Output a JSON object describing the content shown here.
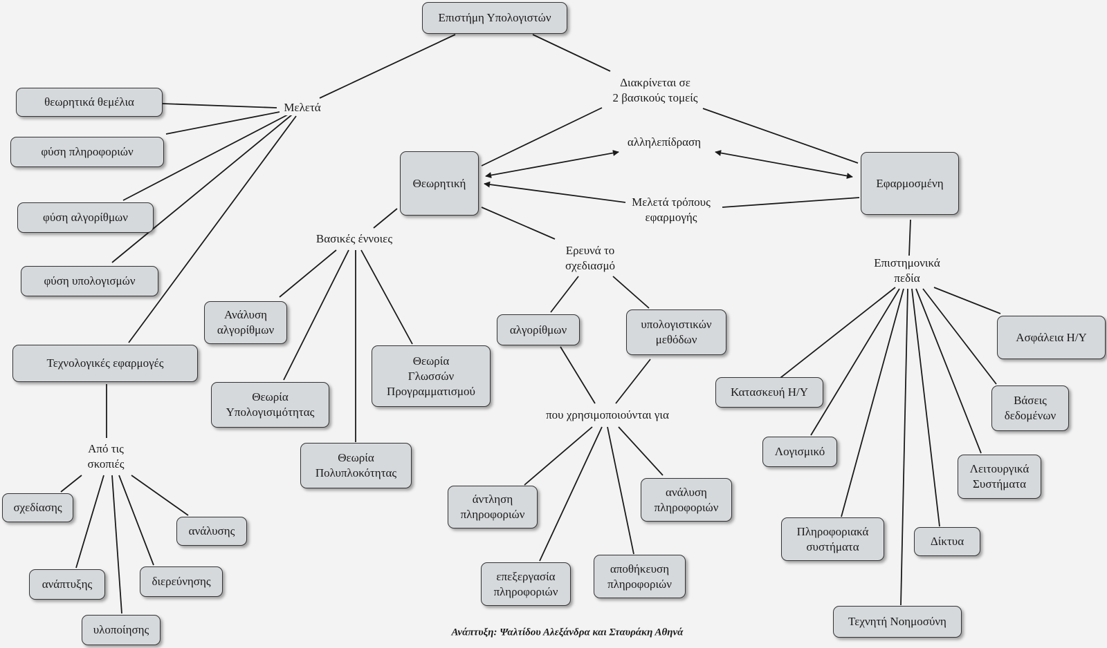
{
  "nodes": {
    "root": "Επιστήμη Υπολογιστών",
    "theoretical_foundations": "θεωρητικά θεμέλια",
    "info_nature": "φύση πληροφοριών",
    "algo_nature": "φύση αλγορίθμων",
    "comp_nature": "φύση υπολογισμών",
    "tech_apps": "Τεχνολογικές εφαρμογές",
    "theoretical": "Θεωρητική",
    "applied": "Εφαρμοσμένη",
    "algo_analysis": "Ανάλυση\nαλγορίθμων",
    "computability": "Θεωρία\nΥπολογισιμότητας",
    "prog_languages": "Θεωρία\nΓλωσσών\nΠρογραμματισμού",
    "complexity": "Θεωρία\nΠολυπλοκότητας",
    "algorithms": "αλγορίθμων",
    "comp_methods": "υπολογιστικών\nμεθόδων",
    "info_retrieval": "άντληση\nπληροφοριών",
    "info_analysis": "ανάλυση\nπληροφοριών",
    "info_processing": "επεξεργασία\nπληροφοριών",
    "info_storage": "αποθήκευση\nπληροφοριών",
    "design": "σχεδίασης",
    "analysis": "ανάλυσης",
    "development": "ανάπτυξης",
    "investigation": "διερεύνησης",
    "implementation": "υλοποίησης",
    "security": "Ασφάλεια Η/Υ",
    "hardware": "Κατασκευή Η/Υ",
    "databases": "Βάσεις\nδεδομένων",
    "software": "Λογισμικό",
    "operating_systems": "Λειτουργικά\nΣυστήματα",
    "info_systems": "Πληροφοριακά\nσυστήματα",
    "networks": "Δίκτυα",
    "ai": "Τεχνητή Νοημοσύνη"
  },
  "labels": {
    "study": "Μελετά",
    "divided": "Διακρίνεται σε\n2 βασικούς τομείς",
    "interaction": "αλληλεπίδραση",
    "study_application": "Μελετά τρόπους\nεφαρμογής",
    "basic_concepts": "Βασικές έννοιες",
    "researches_design": "Ερευνά το\nσχεδιασμό",
    "used_for": "που χρησιμοποιούνται για",
    "from_perspectives": "Από τις\nσκοπιές",
    "scientific_fields": "Επιστημονικά\nπεδία"
  },
  "credit": "Ανάπτυξη: Ψαλτίδου Αλεξάνδρα και Σταυράκη Αθηνά"
}
